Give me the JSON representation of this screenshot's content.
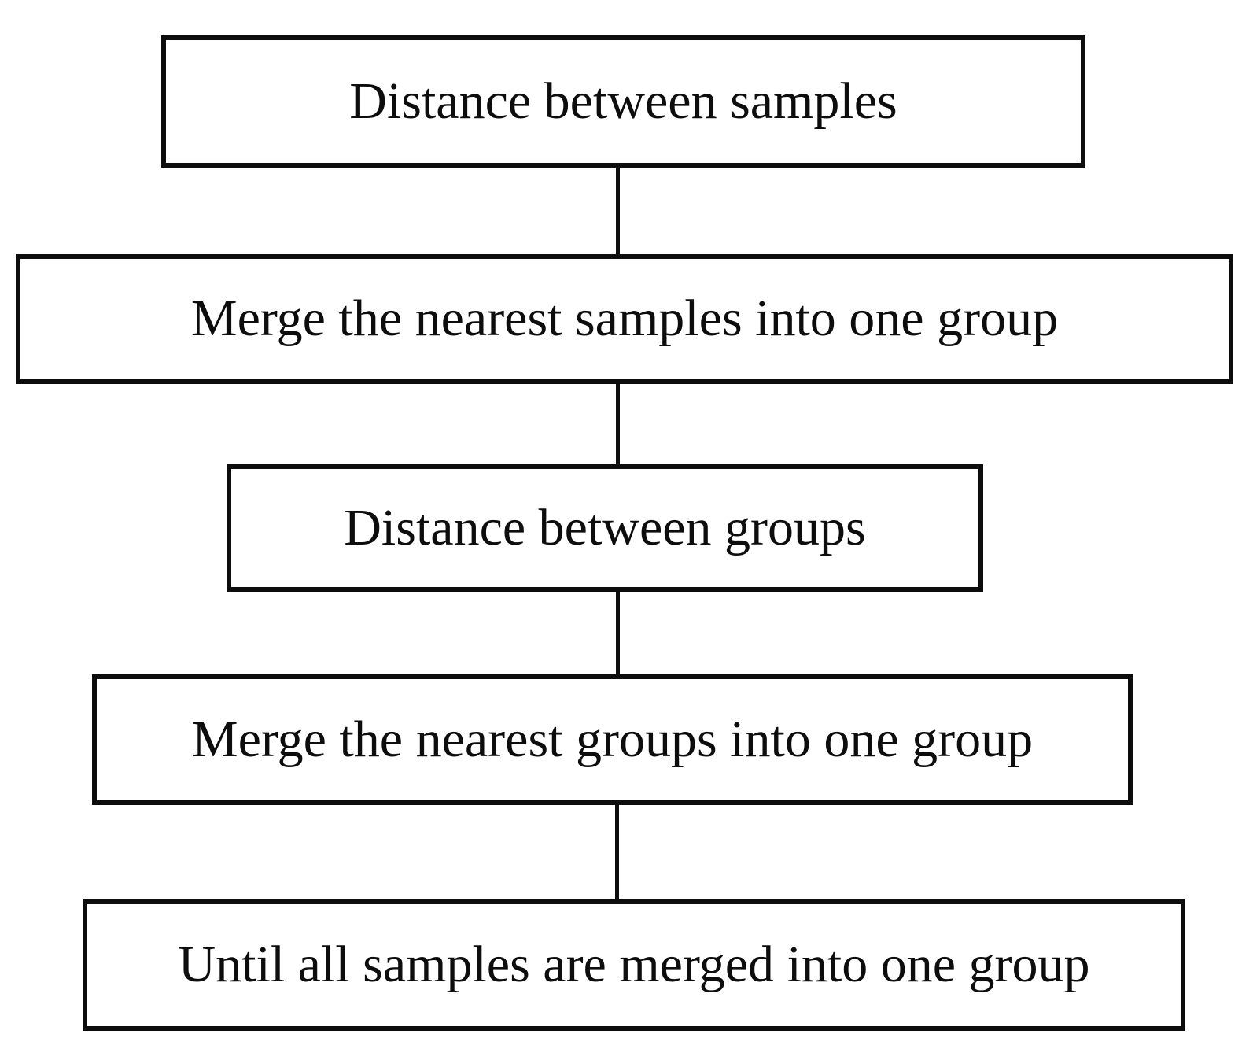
{
  "diagram": {
    "type": "flowchart",
    "direction": "top-down",
    "colors": {
      "background": "#ffffff",
      "border": "#0d0d0d",
      "text": "#0d0d0d",
      "connector": "#0d0d0d"
    },
    "nodes": [
      {
        "id": "distance-between-samples",
        "label": "Distance between samples"
      },
      {
        "id": "merge-nearest-samples",
        "label": "Merge the nearest samples into one group"
      },
      {
        "id": "distance-between-groups",
        "label": "Distance between groups"
      },
      {
        "id": "merge-nearest-groups",
        "label": "Merge the nearest groups into one group"
      },
      {
        "id": "until-all-merged",
        "label": "Until all samples are merged into one group"
      }
    ],
    "edges": [
      {
        "from": "distance-between-samples",
        "to": "merge-nearest-samples"
      },
      {
        "from": "merge-nearest-samples",
        "to": "distance-between-groups"
      },
      {
        "from": "distance-between-groups",
        "to": "merge-nearest-groups"
      },
      {
        "from": "merge-nearest-groups",
        "to": "until-all-merged"
      }
    ]
  }
}
